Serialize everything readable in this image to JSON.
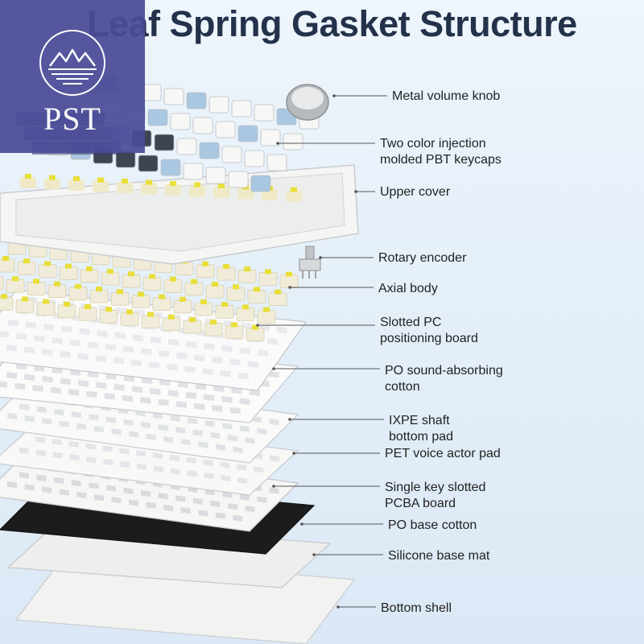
{
  "title": "Leaf Spring Gasket Structure",
  "logo": {
    "text": "PST",
    "color": "#4a4b97"
  },
  "labels": [
    {
      "lines": [
        "Metal volume knob"
      ]
    },
    {
      "lines": [
        "Two color injection",
        "molded PBT keycaps"
      ]
    },
    {
      "lines": [
        "Upper cover"
      ]
    },
    {
      "lines": [
        "Rotary encoder"
      ]
    },
    {
      "lines": [
        "Axial body"
      ]
    },
    {
      "lines": [
        "Slotted PC",
        "positioning board"
      ]
    },
    {
      "lines": [
        "PO sound-absorbing",
        "cotton"
      ]
    },
    {
      "lines": [
        "IXPE shaft",
        "bottom pad"
      ]
    },
    {
      "lines": [
        "PET voice actor pad"
      ]
    },
    {
      "lines": [
        "Single key slotted",
        "PCBA board"
      ]
    },
    {
      "lines": [
        "PO base cotton"
      ]
    },
    {
      "lines": [
        "Silicone base mat"
      ]
    },
    {
      "lines": [
        "Bottom shell"
      ]
    }
  ],
  "colors": {
    "background": "#e6f0f9",
    "plate_white": "#f4f4f2",
    "keycap_blue": "#a9c7e0",
    "keycap_dark": "#3e4452",
    "switch_yellow": "#e8df3a",
    "pcb_black": "#1c1c1c"
  }
}
